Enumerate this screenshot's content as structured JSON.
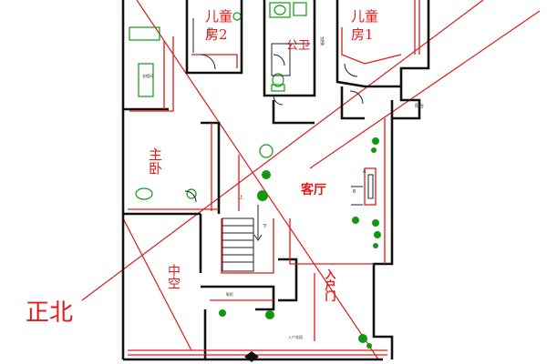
{
  "rooms": {
    "child_room_2": "儿童\n房2",
    "child_room_1": "儿童\n房1",
    "bathroom": "公卫",
    "master_bedroom": "主卧",
    "living_room": "客厅",
    "courtyard": "中空",
    "entrance": "入户门"
  },
  "compass": {
    "north_label": "正北"
  },
  "small_labels": {
    "corridor": "过道",
    "balcony": "阳台",
    "stair_up": "上",
    "stair_down": "下",
    "entry_hall": "入户花园",
    "storage": "衣帽间",
    "tv_cabinet": "电视柜",
    "shoe_cabinet": "鞋柜"
  },
  "colors": {
    "wall": "#111111",
    "annotation_red": "#e01a1a",
    "plant_green": "#119911"
  }
}
